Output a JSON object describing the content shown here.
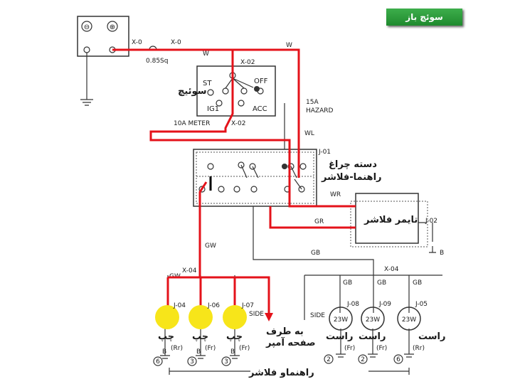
{
  "badge": "سوئچ باز",
  "battery": {
    "minus": "⊖",
    "plus": "⊕"
  },
  "wires": {
    "x0a": "X-0",
    "x0b": "X-0",
    "gauge": "0.85Sq",
    "w1": "W",
    "w2": "W",
    "x02a": "X-02",
    "x02b": "X-02",
    "meter_fuse": "10A METER",
    "hazard_a": "15A",
    "hazard_b": "HAZARD",
    "wl": "WL",
    "wr": "WR",
    "gr": "GR",
    "gw1": "GW",
    "gw2": "GW",
    "gb1": "GB",
    "gb2": "GB",
    "gb3": "GB",
    "gb4": "GB",
    "x04a": "X-04",
    "x04b": "X-04",
    "j01": "J-01",
    "j02": "J-02",
    "b_timer": "B"
  },
  "ignition": {
    "title": "سوئیچ",
    "st": "ST",
    "off": "OFF",
    "ig1": "IG1",
    "acc": "ACC"
  },
  "switch_block": {
    "line1": "دسته چراغ",
    "line2": "راهنما-فلاشر"
  },
  "timer": "تایمر فلاشر",
  "left_lamps": [
    {
      "j": "J-04",
      "side": "چپ",
      "pos": "(Rr)",
      "b": "B",
      "g": "6"
    },
    {
      "j": "J-06",
      "side": "چپ",
      "pos": "(Fr)",
      "b": "B",
      "g": "3"
    },
    {
      "j": "J-07",
      "side": "چپ",
      "pos": "(Fr)",
      "b": "B",
      "g": "3",
      "extra": "SIDE"
    }
  ],
  "right_lamps": [
    {
      "j": "J-08",
      "side": "راست",
      "w": "23W",
      "pos": "(Fr)",
      "g": "2",
      "extra": "SIDE"
    },
    {
      "j": "J-09",
      "side": "راست",
      "w": "23W",
      "pos": "(Fr)",
      "g": "2"
    },
    {
      "j": "J-05",
      "side": "راست",
      "w": "23W",
      "pos": "(Rr)",
      "g": "6"
    }
  ],
  "to_meter": {
    "line1": "به طرف",
    "line2": "صفحه آمپر"
  },
  "footer": "راهنماو فلاشر",
  "lamp_color": "#f7e51a",
  "red_color": "#e4121a"
}
